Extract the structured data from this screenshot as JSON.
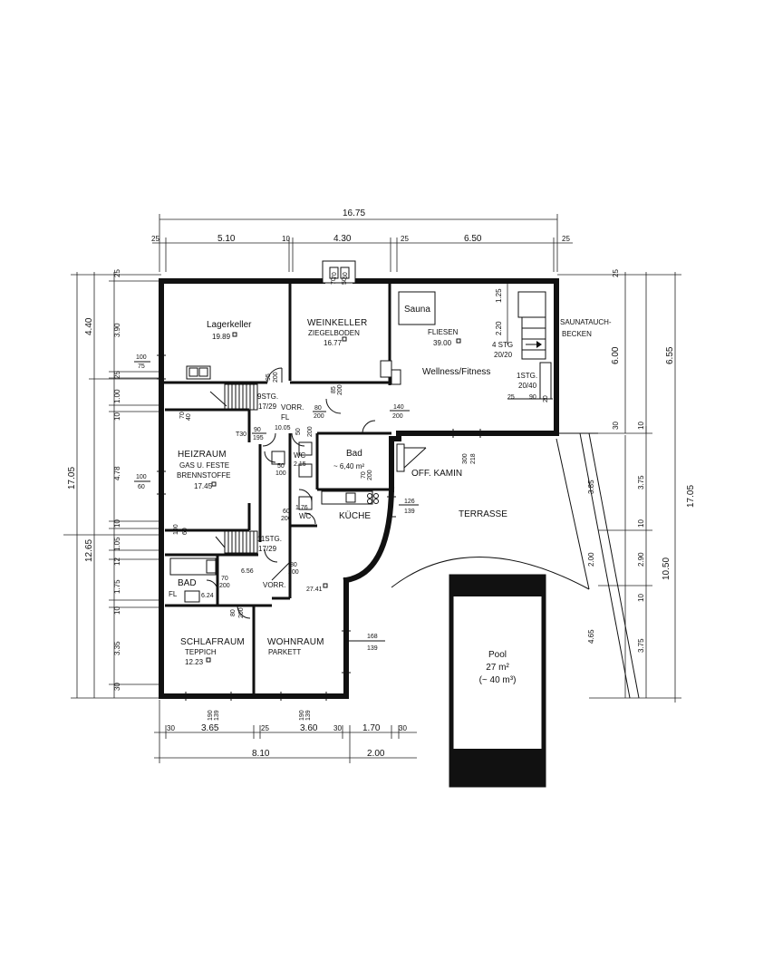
{
  "rooms": {
    "lagerkeller": {
      "name": "Lagerkeller",
      "area": "19.89"
    },
    "weinkeller": {
      "name": "WEINKELLER",
      "floor": "ZIEGELBODEN",
      "area": "16.77"
    },
    "sauna": {
      "name": "Sauna"
    },
    "wellness": {
      "floor": "FLIESEN",
      "area": "39.00",
      "name": "Wellness/Fitness"
    },
    "saunatauchbecken": {
      "line1": "SAUNATAUCH-",
      "line2": "BECKEN"
    },
    "heizraum": {
      "name": "HEIZRAUM",
      "line2": "GAS U. FESTE",
      "line3": "BRENNSTOFFE",
      "area": "17.45"
    },
    "bad_upper": {
      "name": "Bad",
      "area": "~ 6,40 m²"
    },
    "off_kamin": {
      "name": "OFF. KAMIN"
    },
    "kueche": {
      "name": "KÜCHE"
    },
    "terrasse": {
      "name": "TERRASSE"
    },
    "wc1": {
      "name": "WC",
      "area": "2.15"
    },
    "wc2": {
      "name": "WC",
      "area": "1.76"
    },
    "vorr_upper": {
      "name": "VORR.",
      "fl": "FL",
      "area": "10.05"
    },
    "vorr_lower": {
      "name": "VORR.",
      "area": "6.56"
    },
    "bad_lower": {
      "name": "BAD",
      "fl": "FL",
      "area": "6.24"
    },
    "living_hall": {
      "area": "27.41"
    },
    "schlafraum": {
      "name": "SCHLAFRAUM",
      "floor": "TEPPICH",
      "area": "12.23"
    },
    "wohnraum": {
      "name": "WOHNRAUM",
      "floor": "PARKETT"
    },
    "pool": {
      "name": "Pool",
      "area": "27 m²",
      "volume": "(~ 40 m³)"
    }
  },
  "stairs": {
    "stg9": {
      "count": "9STG.",
      "ratio": "17/29"
    },
    "stg11": {
      "count": "11STG.",
      "ratio": "17/29"
    },
    "stg4": {
      "count": "4 STG",
      "ratio": "20/20"
    },
    "stg1": {
      "count": "1STG.",
      "ratio": "20/40"
    }
  },
  "openings": {
    "w_lager": {
      "w": "100",
      "h": "75"
    },
    "w_heiz": {
      "w": "100",
      "h": "60"
    },
    "w_heiz_top": {
      "w": "70",
      "h": "40"
    },
    "d_lager": {
      "w": "95",
      "h": "200"
    },
    "d_wein": {
      "w": "85",
      "h": "200"
    },
    "d_wein_top": {
      "w": "70",
      "h": "50"
    },
    "d_vorr": {
      "w": "80",
      "h": "200"
    },
    "d_well": {
      "w": "140",
      "h": "200"
    },
    "t30": {
      "label": "T30",
      "w": "90",
      "h": "195"
    },
    "d_wc1": {
      "w": "50",
      "h": "100"
    },
    "d_wc1b": {
      "w": "50",
      "h": "200"
    },
    "d_wc2": {
      "w": "60",
      "h": "200"
    },
    "d_bad": {
      "w": "70",
      "h": "200"
    },
    "d_bad2": {
      "w": "70",
      "h": "200"
    },
    "d_schlaf": {
      "w": "80",
      "h": "200"
    },
    "d_stair": {
      "w": "100",
      "h": "60"
    },
    "d_vorr2": {
      "w": "80",
      "h": "200"
    },
    "d_bad_upper": {
      "w": "70",
      "h": "200"
    },
    "w_kueche": {
      "w": "126",
      "h": "139"
    },
    "w_wohn": {
      "w": "168",
      "h": "139"
    },
    "w_schlaf_b": {
      "w": "190",
      "h": "139"
    },
    "w_wohn_b": {
      "w": "190",
      "h": "139"
    },
    "door_terr": {
      "w": "300",
      "h": "218"
    },
    "sa_steps": {
      "a": "25",
      "b": "90",
      "c": "20"
    }
  },
  "dims_top": {
    "total": "16.75",
    "segments": [
      "25",
      "5.10",
      "10",
      "4.30",
      "25",
      "6.50",
      "25"
    ]
  },
  "dims_left": {
    "outer": "17.05",
    "mid": "12.65",
    "upper": "4.40",
    "segments": [
      "25",
      "3.90",
      "25",
      "1.00",
      "10",
      "4.78",
      "10",
      "1.05",
      "12",
      "1.75",
      "10",
      "3.35",
      "30"
    ]
  },
  "dims_right": {
    "outer": "17.05",
    "sauna_total": "6.55",
    "sauna_part": "6.00",
    "inner": [
      "1.25",
      "2.20"
    ],
    "top": "25",
    "terr_a": "3.85",
    "terr_b": "2.00",
    "terr_c": "4.65",
    "lower": "10.50",
    "segs": [
      "30",
      "3.75",
      "10",
      "2.90",
      "10",
      "3.75"
    ]
  },
  "dims_bottom": {
    "segments": [
      "30",
      "3.65",
      "25",
      "3.60",
      "30",
      "1.70",
      "30"
    ],
    "total_left": "8.10",
    "total_right": "2.00"
  }
}
